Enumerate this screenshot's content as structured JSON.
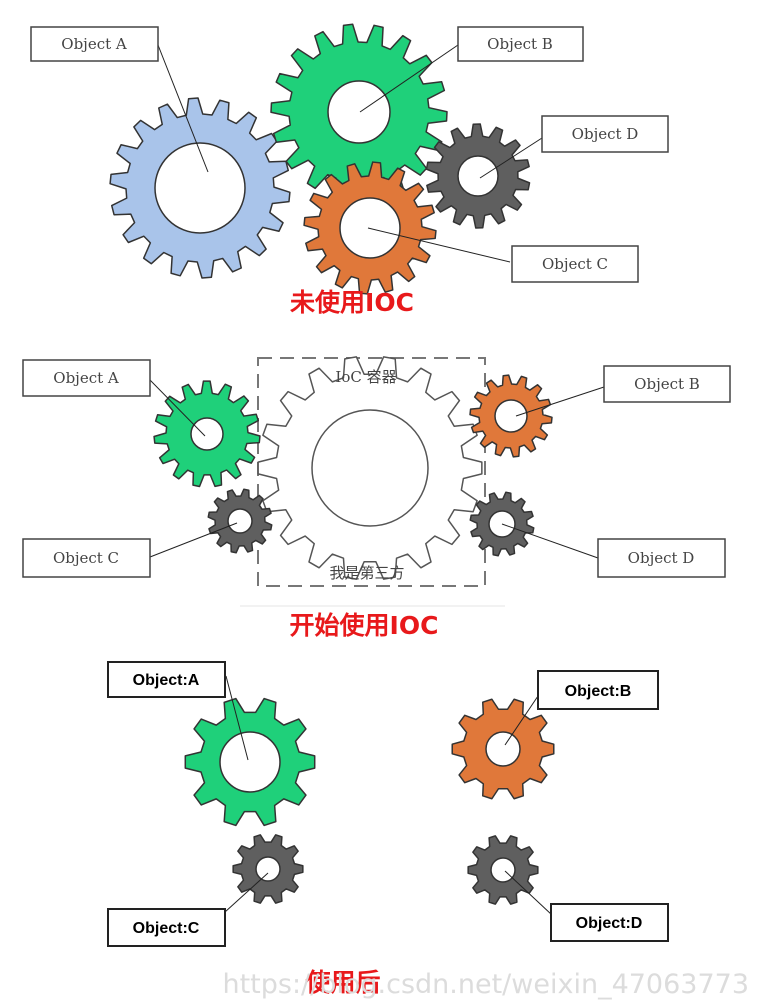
{
  "colors": {
    "gear_blue": "#a9c4ea",
    "gear_green": "#1fd07a",
    "gear_gray": "#5f5f5f",
    "gear_orange": "#e0783a",
    "caption_red": "#e8191b"
  },
  "sections": {
    "before": {
      "caption": "未使用IOC",
      "labels": {
        "a": "Object A",
        "b": "Object B",
        "c": "Object C",
        "d": "Object D"
      }
    },
    "start": {
      "caption": "开始使用IOC",
      "labels": {
        "a": "Object A",
        "b": "Object B",
        "c": "Object C",
        "d": "Object D"
      },
      "container_title": "IoC 容器",
      "container_subtitle": "我是第三方"
    },
    "after": {
      "caption": "使用后",
      "labels": {
        "a": "Object:A",
        "b": "Object:B",
        "c": "Object:C",
        "d": "Object:D"
      }
    }
  },
  "watermark": "https://blog.csdn.net/weixin_47063773"
}
